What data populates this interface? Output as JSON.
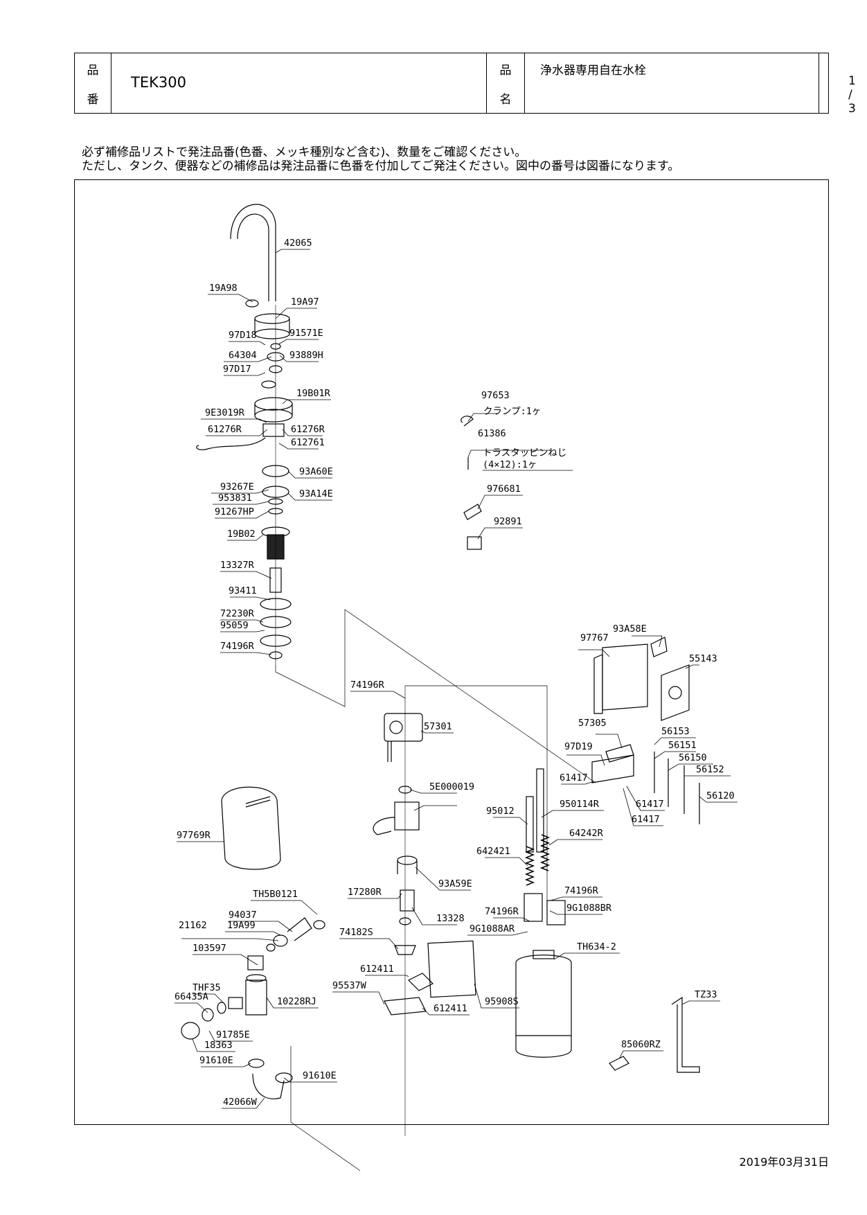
{
  "header": {
    "part_no_label_top": "品",
    "part_no_label_bottom": "番",
    "part_no": "TEK300",
    "name_label_top": "品",
    "name_label_bottom": "名",
    "product_name": "浄水器専用自在水栓",
    "page": "1 / 3"
  },
  "notice": {
    "line1": "必ず補修品リストで発注品番(色番、メッキ種別など含む)、数量をご確認ください。",
    "line2": "ただし、タンク、便器などの補修品は発注品番に色番を付加してご発注ください。図中の番号は図番になります。"
  },
  "parts": [
    "42065",
    "19A98",
    "19A97",
    "97D18",
    "91571E",
    "64304",
    "93889H",
    "97D17",
    "19B01R",
    "9E3019R",
    "61276R",
    "61276R",
    "612761",
    "93A60E",
    "93267E",
    "953831",
    "93A14E",
    "91267HP",
    "19B02",
    "13327R",
    "93411",
    "72230R",
    "95059",
    "74196R",
    "74196R",
    "57301",
    "5E000019",
    "97769R",
    "93A59E",
    "17280R",
    "13328",
    "TH5B0121",
    "94037",
    "21162",
    "19A99",
    "103597",
    "74182S",
    "612411",
    "95537W",
    "612411",
    "95908S",
    "THF35",
    "66435A",
    "10228RJ",
    "91785E",
    "18363",
    "91610E",
    "91610E",
    "42066W",
    "97653",
    "61386",
    "976681",
    "92891",
    "97767",
    "93A58E",
    "55143",
    "57305",
    "56153",
    "97D19",
    "56151",
    "56150",
    "61417",
    "56152",
    "61417",
    "61417",
    "56120",
    "95012",
    "950114R",
    "642421",
    "64242R",
    "74196R",
    "74196R",
    "9G1088BR",
    "9G1088AR",
    "TH634-2",
    "TZ33",
    "85060RZ"
  ],
  "notes": {
    "clamp": "クランプ:1ヶ",
    "screw_line1": "トラスタッピンねじ",
    "screw_line2": "(4×12):1ヶ"
  },
  "date": "2019年03月31日"
}
